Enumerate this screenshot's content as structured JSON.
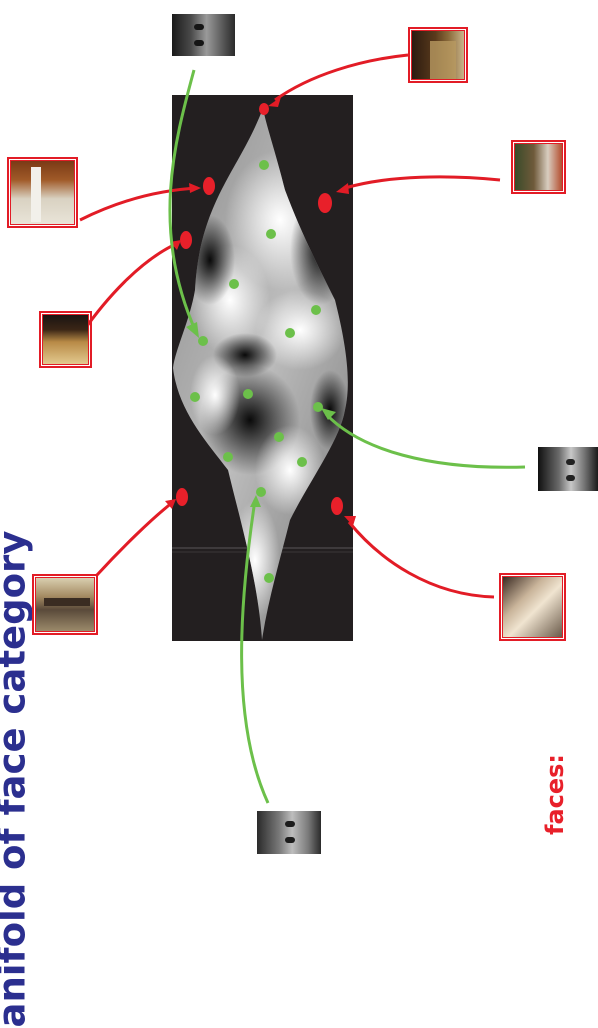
{
  "title": "anifold of face category",
  "nonface_label": "faces:",
  "colors": {
    "title": "#2b2f8f",
    "non_face": "#e8202a",
    "face": "#6cc04a",
    "panel": "#231f20"
  },
  "icons": {
    "face_thumbnail": "grayscale-face-photo",
    "nonface_thumbnail": "red-framed-background-photo"
  }
}
